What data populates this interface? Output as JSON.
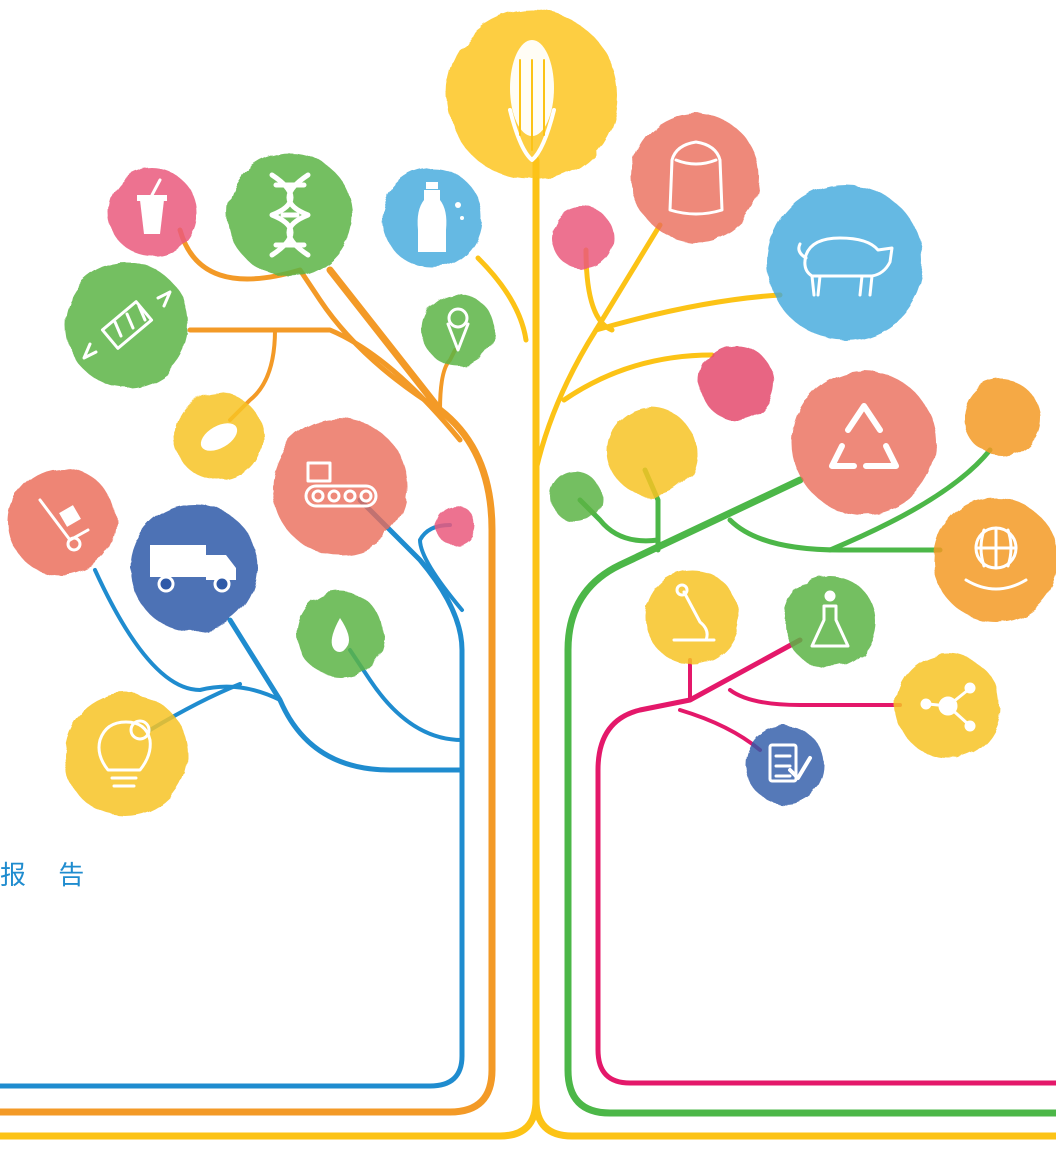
{
  "caption": {
    "text": "报 告",
    "color": "#1f8ccf"
  },
  "palette": {
    "blue": "#1f8ccf",
    "orange": "#f39a27",
    "yellow": "#fcc316",
    "green": "#4cb748",
    "magenta": "#e4186a",
    "pink": "#ea5a7c",
    "coral": "#ea6a58",
    "sky": "#3fa8dc",
    "navy": "#2f5aa8",
    "leaf": "#5cb445",
    "gold": "#f7c325",
    "amber": "#f39a27"
  },
  "nodes": [
    {
      "name": "corn-icon",
      "color": "yellow"
    },
    {
      "name": "drink-cup-icon",
      "color": "pink"
    },
    {
      "name": "dna-icon",
      "color": "leaf"
    },
    {
      "name": "water-bottle-icon",
      "color": "sky"
    },
    {
      "name": "flour-sack-icon",
      "color": "coral"
    },
    {
      "name": "pig-icon",
      "color": "sky"
    },
    {
      "name": "candy-icon",
      "color": "leaf"
    },
    {
      "name": "ice-cream-icon",
      "color": "leaf"
    },
    {
      "name": "bread-icon",
      "color": "gold"
    },
    {
      "name": "conveyor-icon",
      "color": "coral"
    },
    {
      "name": "hand-truck-icon",
      "color": "coral"
    },
    {
      "name": "delivery-truck-icon",
      "color": "navy"
    },
    {
      "name": "water-drop-icon",
      "color": "leaf"
    },
    {
      "name": "lightbulb-gear-icon",
      "color": "gold"
    },
    {
      "name": "recycle-icon",
      "color": "coral"
    },
    {
      "name": "globe-hand-icon",
      "color": "amber"
    },
    {
      "name": "microscope-icon",
      "color": "gold"
    },
    {
      "name": "flask-icon",
      "color": "leaf"
    },
    {
      "name": "molecule-icon",
      "color": "gold"
    },
    {
      "name": "checklist-icon",
      "color": "navy"
    }
  ]
}
